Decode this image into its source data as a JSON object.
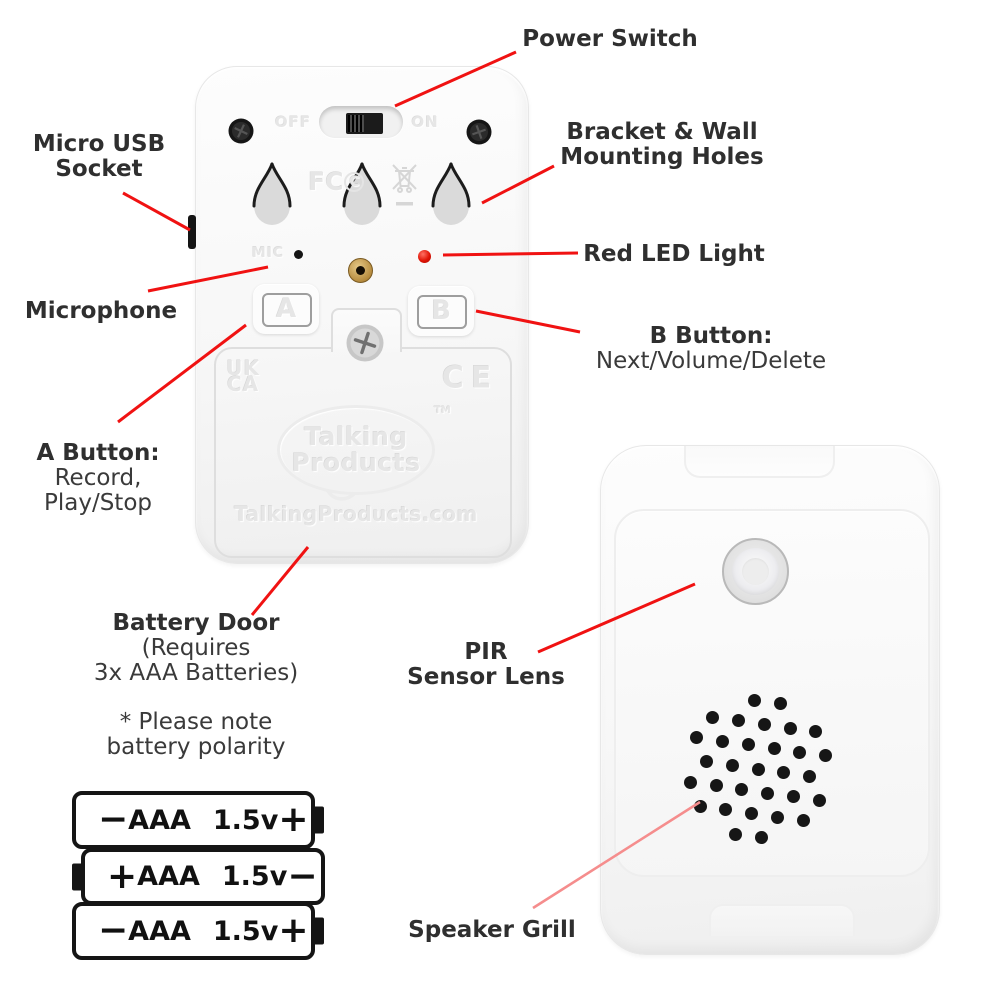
{
  "colors": {
    "background": "#ffffff",
    "callout_red": "#f01212",
    "callout_light_red": "#f58d8d",
    "text": "#2f2f2f",
    "led_red": "#e01405",
    "jack_gold": "#b68b3e",
    "emboss_gray": "#e6e6e6"
  },
  "annotations": {
    "power_switch": {
      "line1": "Power Switch"
    },
    "micro_usb": {
      "line1": "Micro USB",
      "line2": "Socket"
    },
    "bracket": {
      "line1": "Bracket & Wall",
      "line2": "Mounting Holes"
    },
    "red_led": {
      "line1": "Red LED Light"
    },
    "microphone": {
      "line1": "Microphone"
    },
    "b_button": {
      "title": "B Button:",
      "desc": "Next/Volume/Delete"
    },
    "a_button": {
      "title": "A Button:",
      "desc1": "Record,",
      "desc2": "Play/Stop"
    },
    "battery_door": {
      "title": "Battery Door",
      "desc1": "(Requires",
      "desc2": "3x AAA Batteries)",
      "note1": "* Please note",
      "note2": "battery polarity"
    },
    "pir": {
      "line1": "PIR",
      "line2": "Sensor Lens"
    },
    "speaker": {
      "line1": "Speaker Grill"
    }
  },
  "rear_device": {
    "off": "OFF",
    "on": "ON",
    "mic": "MIC",
    "fcc": "FC",
    "fcc_c": "C",
    "ukca_line1": "UK",
    "ukca_line2": "CA",
    "ce": "CE",
    "button_a": "A",
    "button_b": "B",
    "brand_line1": "Talking",
    "brand_line2": "Products",
    "brand_tm": "TM",
    "website": "TalkingProducts.com"
  },
  "batteries": [
    {
      "left": "−",
      "name": "AAA",
      "voltage": "1.5v",
      "right": "+",
      "terminal_side": "right"
    },
    {
      "left": "+",
      "name": "AAA",
      "voltage": "1.5v",
      "right": "−",
      "terminal_side": "left"
    },
    {
      "left": "−",
      "name": "AAA",
      "voltage": "1.5v",
      "right": "+",
      "terminal_side": "right"
    }
  ],
  "speaker_grill": {
    "dot_color": "#161616",
    "dot_diameter": 13,
    "spacing": 26,
    "radius": 76,
    "rotation_deg": 8
  }
}
